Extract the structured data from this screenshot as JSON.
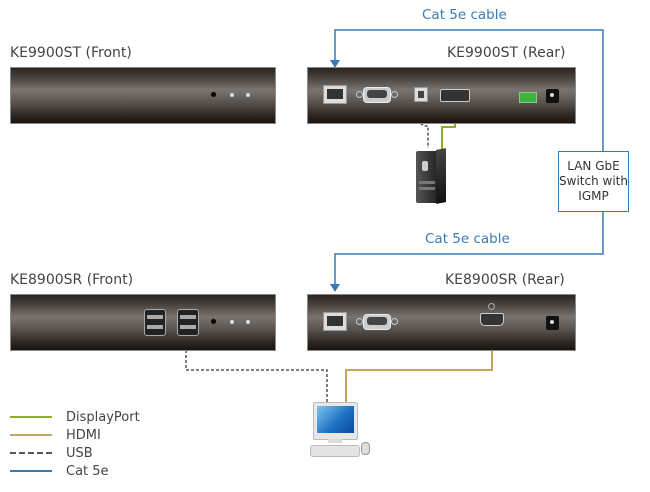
{
  "devices": {
    "tx_front": {
      "label": "KE9900ST (Front)"
    },
    "tx_rear": {
      "label": "KE9900ST (Rear)"
    },
    "rx_front": {
      "label": "KE8900SR (Front)"
    },
    "rx_rear": {
      "label": "KE8900SR (Rear)"
    }
  },
  "cables": {
    "top_label": "Cat 5e cable",
    "bottom_label": "Cat 5e cable"
  },
  "switch": {
    "lines": [
      "LAN GbE",
      "Switch with",
      "IGMP"
    ]
  },
  "legend": [
    {
      "label": "DisplayPort",
      "color": "#8cb021",
      "style": "solid"
    },
    {
      "label": "HDMI",
      "color": "#c2a55e",
      "style": "solid"
    },
    {
      "label": "USB",
      "color": "#555555",
      "style": "dashed"
    },
    {
      "label": "Cat 5e",
      "color": "#3a7ab5",
      "style": "solid"
    }
  ],
  "icons": {
    "computer_tower": "pc-tower-icon",
    "workstation": "monitor-keyboard-mouse-icon"
  }
}
